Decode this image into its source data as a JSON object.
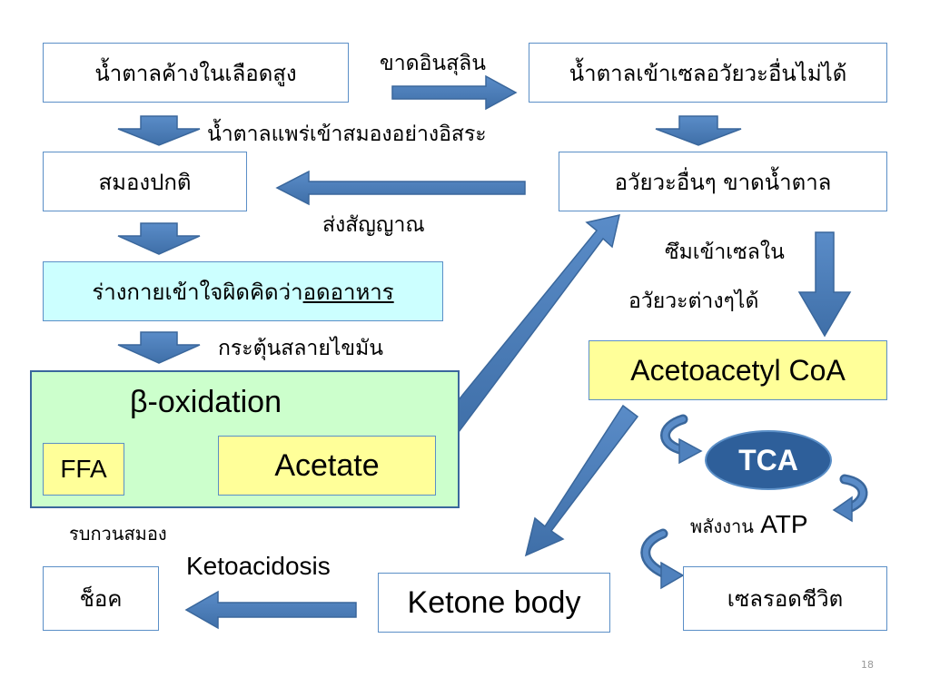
{
  "boxes": {
    "high_blood_sugar": "น้ำตาลค้างในเลือดสูง",
    "sugar_cannot_enter_cells": "น้ำตาลเข้าเซลอวัยวะอื่นไม่ได้",
    "normal_brain": "สมองปกติ",
    "other_organs_lack_sugar": "อวัยวะอื่นๆ ขาดน้ำตาล",
    "body_thinks_prefix": "ร่างกายเข้าใจผิดคิดว่า",
    "body_thinks_underlined": "อดอาหาร",
    "beta_oxidation": "β-oxidation",
    "ffa": "FFA",
    "acetate": "Acetate",
    "acetoacetyl_coa": "Acetoacetyl CoA",
    "tca": "TCA",
    "shock": "ช็อค",
    "ketone_body": "Ketone body",
    "cell_survives": "เซลรอดชีวิต"
  },
  "labels": {
    "lack_insulin": "ขาดอินสุลิน",
    "sugar_diffuses_brain": "น้ำตาลแพร่เข้าสมองอย่างอิสระ",
    "send_signal": "ส่งสัญญาณ",
    "absorbed_line1": "ซึมเข้าเซลใน",
    "absorbed_line2": "อวัยวะต่างๆได้",
    "stimulate_fat_breakdown": "กระตุ้นสลายไขมัน",
    "disturb_brain": "รบกวนสมอง",
    "ketoacidosis": "Ketoacidosis",
    "energy_prefix": "พลังงาน",
    "atp": "ATP",
    "page_number": "18"
  },
  "colors": {
    "arrow_fill": "#4f81bd",
    "box_border": "#5b8fc7",
    "cyan_box": "#ccffff",
    "green_box": "#ccffcc",
    "yellow_box": "#ffff99",
    "tca_fill": "#2e5f9a"
  }
}
